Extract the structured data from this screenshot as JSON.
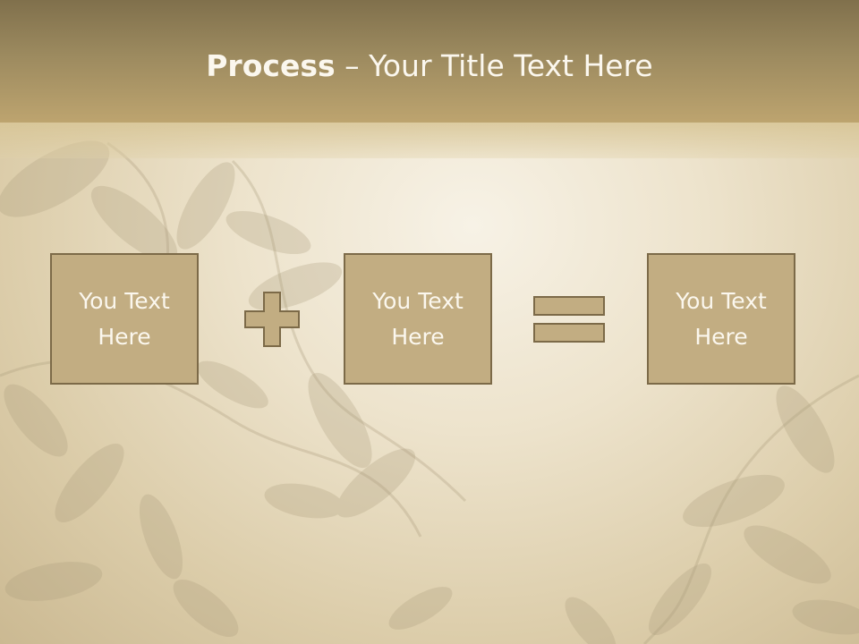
{
  "slide": {
    "title_bold": "Process",
    "title_rest": " – Your Title Text Here",
    "colors": {
      "title_bar": "#9c8a5f",
      "box_fill": "#c2ad82",
      "box_border": "#7c6a48",
      "text": "#fbf7ee"
    }
  },
  "boxes": [
    {
      "text": "You Text Here"
    },
    {
      "text": "You Text Here"
    },
    {
      "text": "You Text Here"
    }
  ],
  "operators": [
    {
      "icon": "plus-icon"
    },
    {
      "icon": "equals-icon"
    }
  ]
}
